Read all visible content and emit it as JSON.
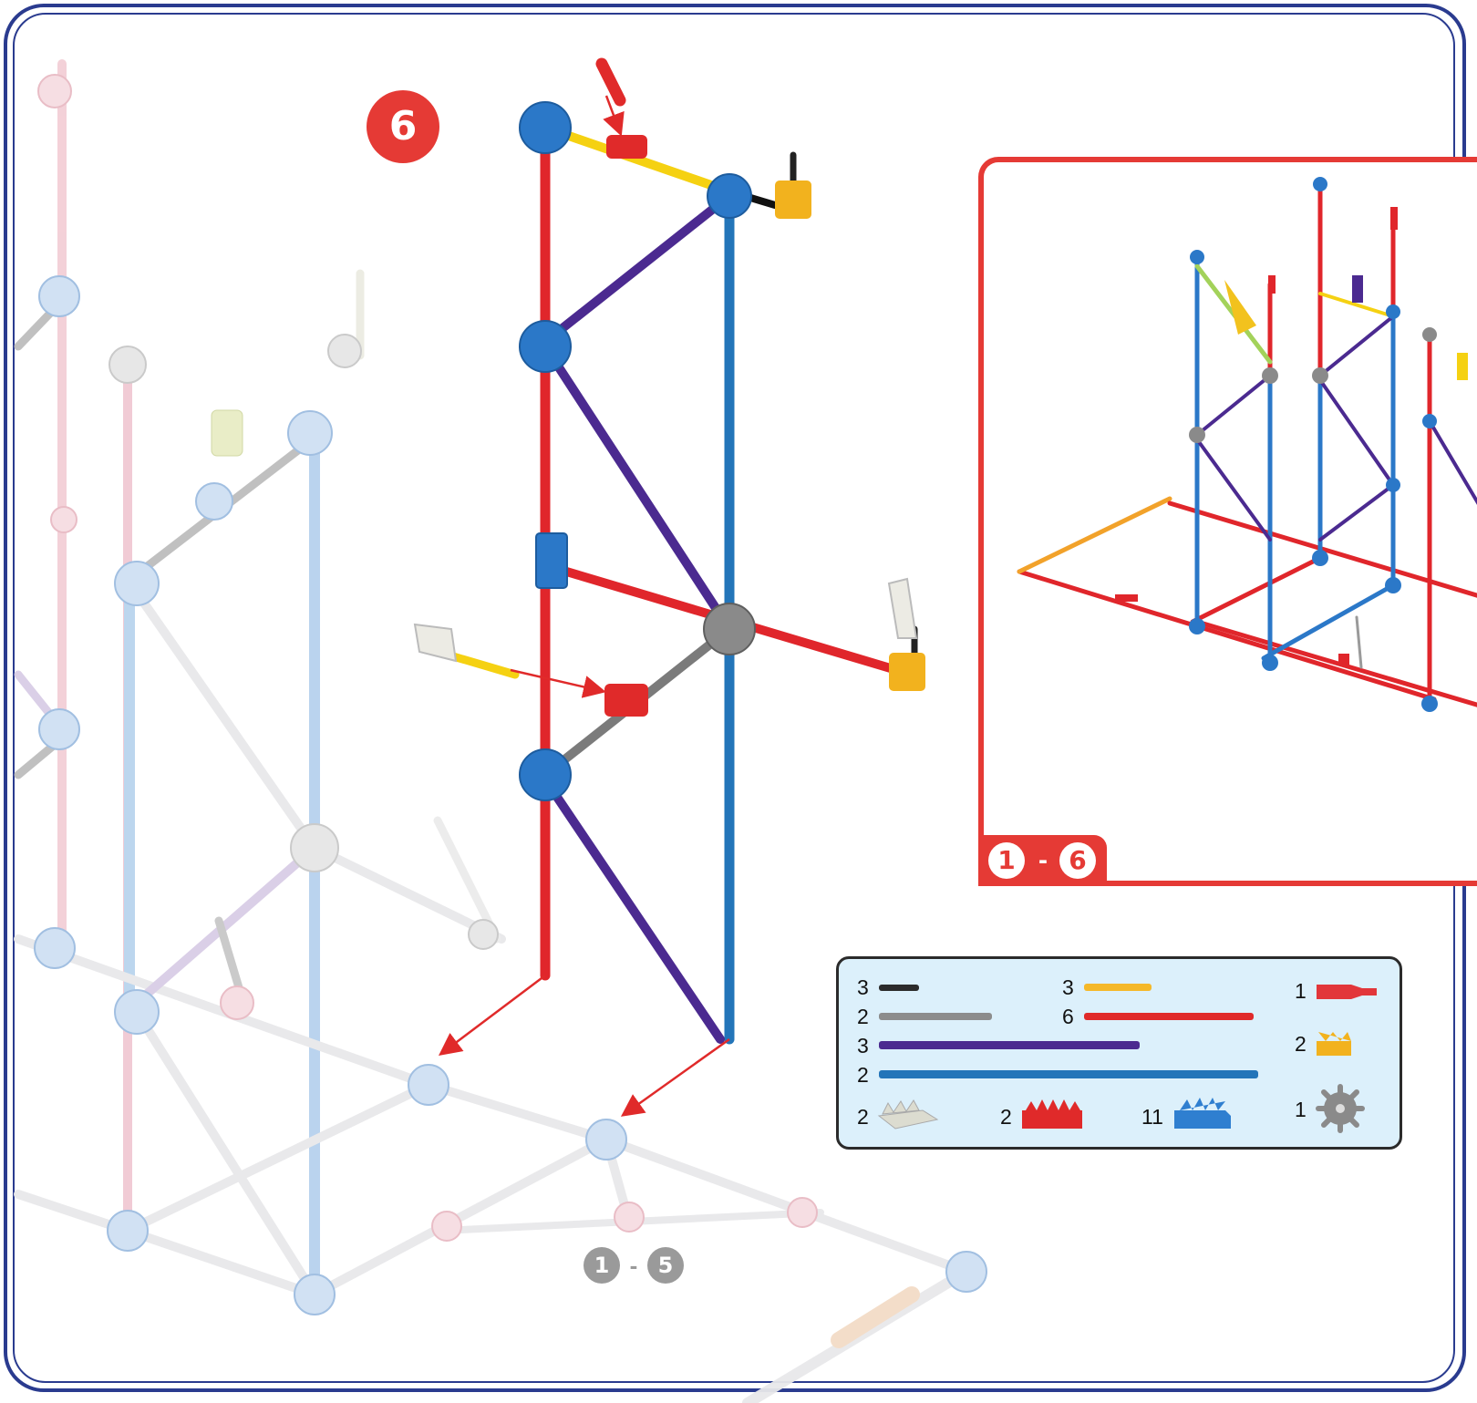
{
  "step": {
    "number": "6"
  },
  "inset": {
    "range_start": "1",
    "range_sep": "-",
    "range_end": "6"
  },
  "main_view": {
    "range_start": "1",
    "range_sep": "-",
    "range_end": "5"
  },
  "parts_list": [
    {
      "qty": "3",
      "part": "black-connector-rod",
      "color": "#2b2b2b"
    },
    {
      "qty": "3",
      "part": "yellow-rod",
      "color": "#f5b829"
    },
    {
      "qty": "1",
      "part": "red-handle-piece",
      "color": "#e2363a"
    },
    {
      "qty": "2",
      "part": "gray-rod",
      "color": "#8c8c8c"
    },
    {
      "qty": "6",
      "part": "red-rod",
      "color": "#e02a2a"
    },
    {
      "qty": "3",
      "part": "purple-rod",
      "color": "#4b2a90"
    },
    {
      "qty": "2",
      "part": "orange-clip-connector",
      "color": "#f2b21e"
    },
    {
      "qty": "2",
      "part": "blue-rod",
      "color": "#2375b9"
    },
    {
      "qty": "2",
      "part": "white-connector",
      "color": "#dcdcd0"
    },
    {
      "qty": "2",
      "part": "red-connector",
      "color": "#e02a2a"
    },
    {
      "qty": "11",
      "part": "blue-connector",
      "color": "#2f7fd0"
    },
    {
      "qty": "1",
      "part": "gray-hub-connector",
      "color": "#8a8a8a"
    }
  ],
  "colors": {
    "frame": "#2a3b8f",
    "accent_red": "#e53a35",
    "parts_bg": "#dcf0fb"
  }
}
